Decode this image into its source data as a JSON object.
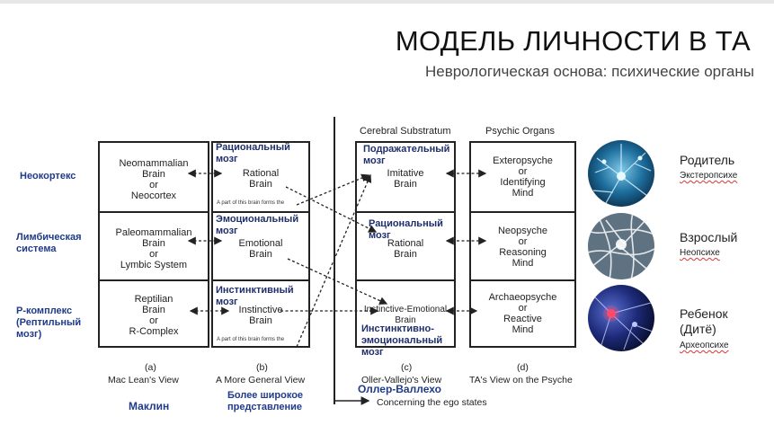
{
  "slide": {
    "title": "МОДЕЛЬ ЛИЧНОСТИ В ТА",
    "subtitle": "Неврологическая основа: психические органы"
  },
  "headers": {
    "cerebral": "Cerebral Substratum",
    "psychic": "Psychic Organs"
  },
  "left_labels": [
    "Неокортекс",
    "Лимбическая система",
    "Р-комплекс (Рептильный мозг)"
  ],
  "col_a": {
    "cells": [
      [
        "Neomammalian",
        "Brain",
        "or",
        "Neocortex"
      ],
      [
        "Paleomammalian",
        "Brain",
        "or",
        "Lymbic System"
      ],
      [
        "Reptilian",
        "Brain",
        "or",
        "R-Complex"
      ]
    ],
    "letter": "(a)",
    "caption": "Mac Lean's View",
    "ru_caption": "Маклин"
  },
  "col_b": {
    "cells": [
      [
        "Rational",
        "Brain"
      ],
      [
        "Emotional",
        "Brain"
      ],
      [
        "Instinctive",
        "Brain"
      ]
    ],
    "ru": [
      "Рациональный мозг",
      "Эмоциональный мозг",
      "Инстинктивный мозг"
    ],
    "tiny_note": "A part of this brain forms the",
    "letter": "(b)",
    "caption": "A More General View",
    "ru_caption": "Более широкое представление"
  },
  "col_c": {
    "cells": [
      [
        "Imitative",
        "Brain"
      ],
      [
        "Rational",
        "Brain"
      ],
      [
        "Instinctive-Emotional",
        "Brain"
      ]
    ],
    "ru": [
      "Подражательный мозг",
      "Рациональный мозг",
      "Инстинктивно-эмоциональный мозг"
    ],
    "letter": "(c)",
    "caption": "Oller-Vallejo's View",
    "ru_caption": "Оллер-Валлехо",
    "ego_note": "Concerning the ego states"
  },
  "col_d": {
    "cells": [
      [
        "Exteropsyche",
        "or",
        "Identifying",
        "Mind"
      ],
      [
        "Neopsyche",
        "or",
        "Reasoning",
        "Mind"
      ],
      [
        "Archaeopsyche",
        "or",
        "Reactive",
        "Mind"
      ]
    ],
    "letter": "(d)",
    "caption": "TA's View on the Psyche"
  },
  "ego_states": [
    {
      "label": "Родитель",
      "sub": "Экстеропсихе",
      "icon": "neuron-image-blue"
    },
    {
      "label": "Взрослый",
      "sub": "Неопсихе",
      "icon": "neuron-image-white"
    },
    {
      "label": "Ребенок (Дитё)",
      "sub": "Археопсихе",
      "icon": "neuron-image-red"
    }
  ]
}
